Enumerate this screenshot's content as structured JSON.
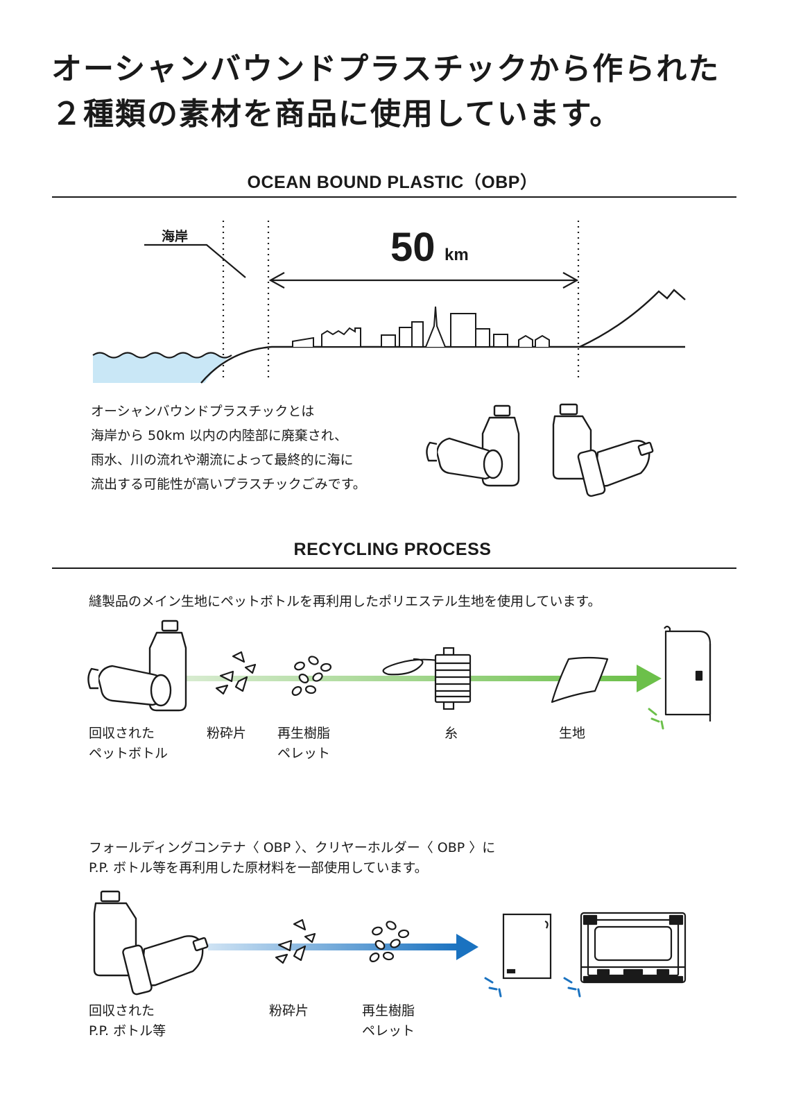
{
  "headline": {
    "line1": "オーシャンバウンドプラスチックから作られた",
    "line2": "２種類の素材を商品に使用しています。"
  },
  "obp_section": {
    "title": "OCEAN BOUND PLASTIC（OBP）",
    "coast_label": "海岸",
    "distance_value": "50",
    "distance_unit": "km",
    "description": [
      "オーシャンバウンドプラスチックとは",
      "海岸から 50km 以内の内陸部に廃棄され、",
      "雨水、川の流れや潮流によって最終的に海に",
      "流出する可能性が高いプラスチックごみです。"
    ]
  },
  "recycling_section": {
    "title": "RECYCLING PROCESS",
    "pet_panel": {
      "description": "縫製品のメイン生地にペットボトルを再利用したポリエステル生地を使用しています。",
      "steps": [
        {
          "line1": "回収された",
          "line2": "ペットボトル"
        },
        {
          "line1": "粉砕片",
          "line2": ""
        },
        {
          "line1": "再生樹脂",
          "line2": "ペレット"
        },
        {
          "line1": "糸",
          "line2": ""
        },
        {
          "line1": "生地",
          "line2": ""
        }
      ]
    },
    "pp_panel": {
      "description_line1": "フォールディングコンテナ〈 OBP 〉、クリヤーホルダー〈 OBP 〉に",
      "description_line2": "P.P. ボトル等を再利用した原材料を一部使用しています。",
      "steps": [
        {
          "line1": "回収された",
          "line2": "P.P. ボトル等"
        },
        {
          "line1": "粉砕片",
          "line2": ""
        },
        {
          "line1": "再生樹脂",
          "line2": "ペレット"
        }
      ]
    }
  },
  "colors": {
    "ink": "#1a1a1a",
    "sea": "#c9e7f6",
    "green_panel": "#eaf4e8",
    "green_arrow": "#6cc04a",
    "blue_panel": "#e6f3fb",
    "blue_arrow": "#1a72c0"
  }
}
